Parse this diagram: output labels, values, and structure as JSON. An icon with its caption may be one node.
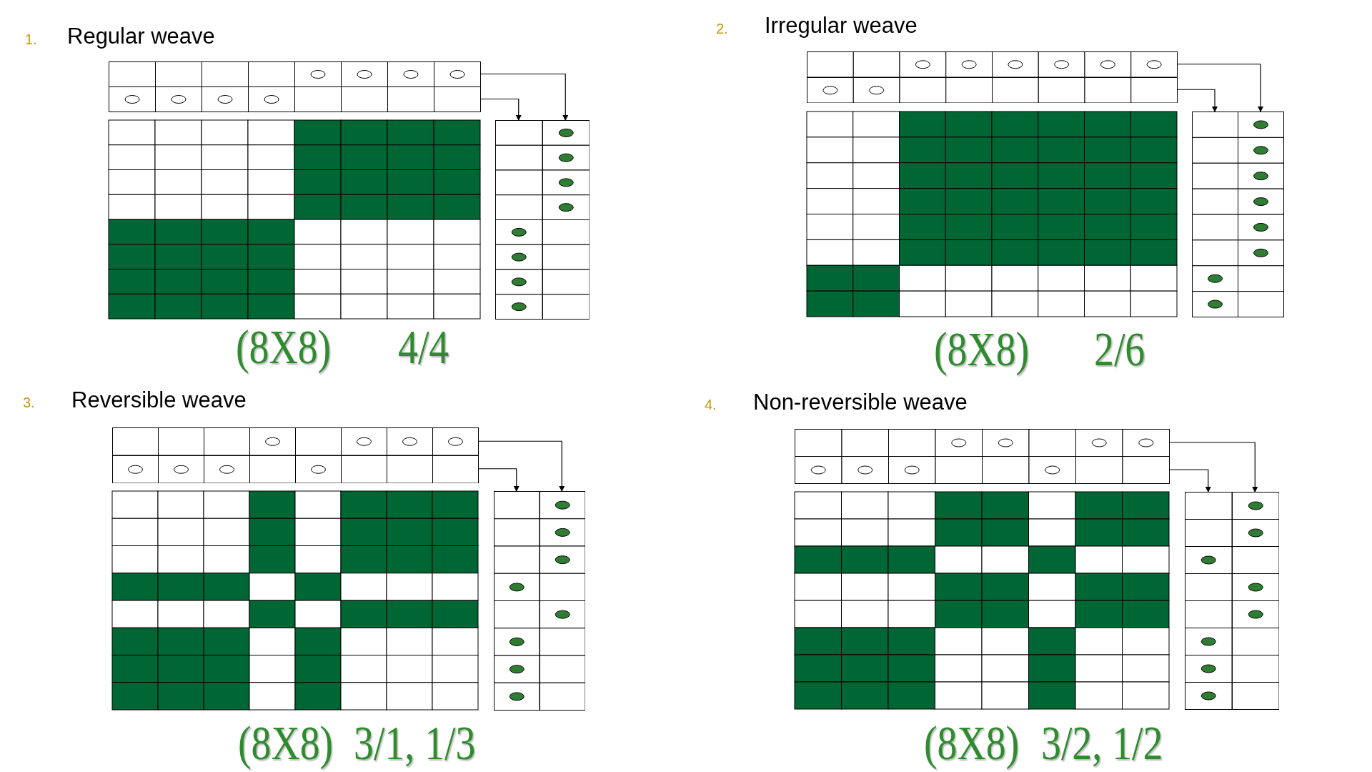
{
  "diagram": {
    "nodes": [
      {
        "text": [],
        "shape": "box"
      },
      {
        "text": [],
        "shape": "box"
      },
      {
        "text": [],
        "shape": "box"
      },
      {
        "text": [],
        "shape": "box"
      },
      {
        "text": [],
        "shape": "box"
      },
      {
        "text": [],
        "shape": "box"
      },
      {
        "text": [],
        "shape": "box"
      },
      {
        "text": [],
        "shape": "box"
      },
      {
        "text": [],
        "shape": "box"
      },
      {
        "text": [],
        "shape": "box"
      },
      {
        "text": [],
        "shape": "box"
      },
      {
        "text": [],
        "shape": "box"
      },
      {
        "text": [],
        "shape": "box"
      },
      {
        "text": [],
        "shape": "box"
      },
      {
        "text": [],
        "shape": "box"
      },
      {
        "text": [],
        "shape": "box"
      }
    ],
    "edges": [
      {
        "from": 0,
        "to": 3,
        "arrow": "to"
      },
      {
        "from": 1,
        "to": 2,
        "arrow": "to"
      },
      {
        "from": 4,
        "to": 7,
        "arrow": "to"
      },
      {
        "from": 5,
        "to": 6,
        "arrow": "to"
      },
      {
        "from": 8,
        "to": 11,
        "arrow": "to"
      },
      {
        "from": 9,
        "to": 10,
        "arrow": "to"
      },
      {
        "from": 12,
        "to": 15,
        "arrow": "to"
      },
      {
        "from": 13,
        "to": 14,
        "arrow": "to"
      }
    ],
    "labels": [
      "1.",
      "Regular weave",
      "(8X8)",
      "4/4",
      "2.",
      "Irregular weave",
      "(8X8)",
      "2/6",
      "3.",
      "Reversible weave",
      "(8X8)",
      "3/1, 1/3",
      "4.",
      "Non-reversible weave",
      "(8X8)",
      "3/2, 1/2"
    ]
  }
}
